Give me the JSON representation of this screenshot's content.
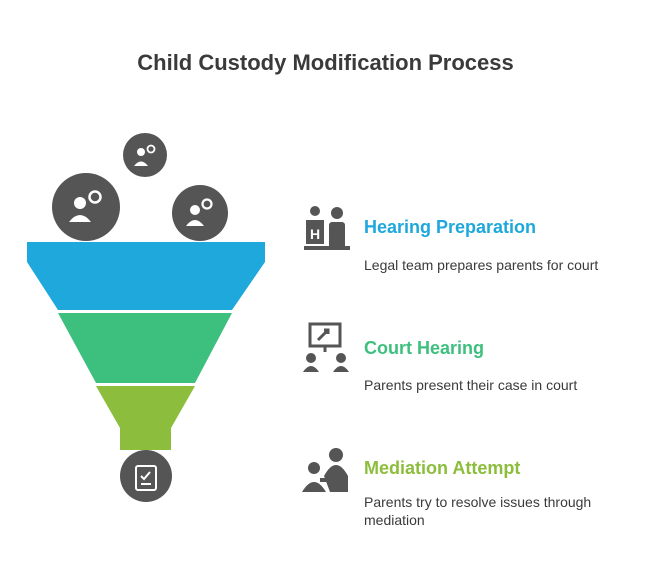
{
  "title": "Child Custody Modification Process",
  "colors": {
    "stage1": "#1ea8dc",
    "stage2": "#3dbf7e",
    "stage3": "#8cbd3c",
    "icon": "#555555"
  },
  "stages": [
    {
      "title": "Hearing Preparation",
      "description": "Legal team prepares parents for court",
      "icon": "hospital-people-icon"
    },
    {
      "title": "Court Hearing",
      "description": "Parents present their case in court",
      "icon": "gavel-presentation-icon"
    },
    {
      "title": "Mediation Attempt",
      "description": "Parents try to resolve issues through mediation",
      "icon": "mediation-people-icon"
    }
  ],
  "funnel_icons": {
    "top": [
      "parent-child-icon",
      "parent-child-icon",
      "parent-child-icon"
    ],
    "bottom": "checklist-document-icon"
  }
}
